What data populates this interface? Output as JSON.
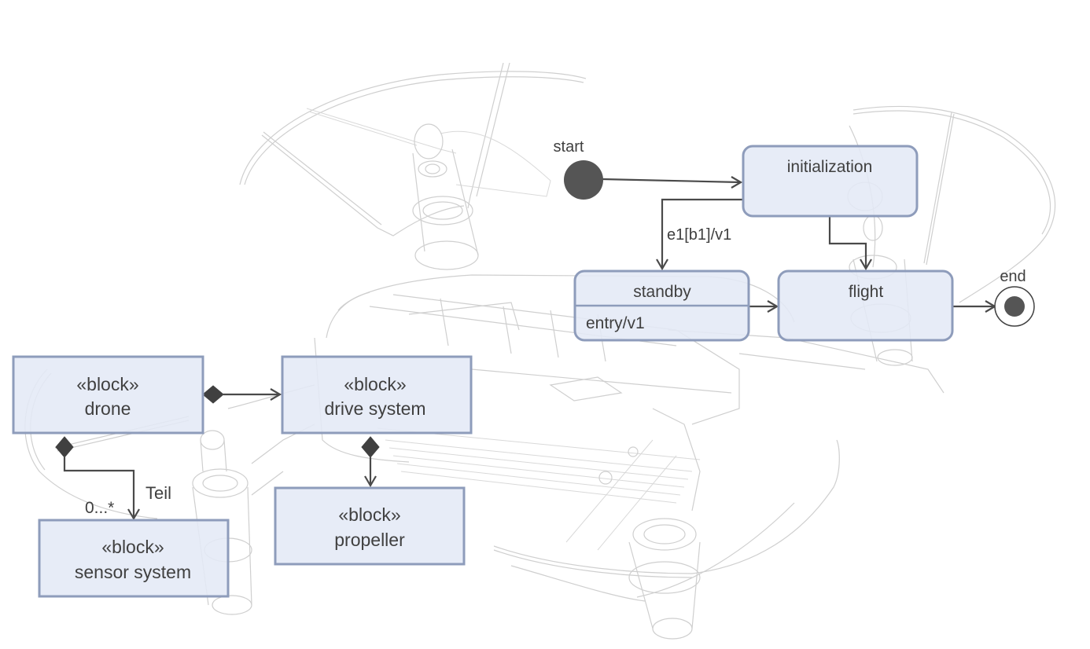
{
  "diagram": {
    "state_machine": {
      "initial": {
        "label": "start"
      },
      "final": {
        "label": "end"
      },
      "states": [
        {
          "id": "initialization",
          "name": "initialization"
        },
        {
          "id": "standby",
          "name": "standby",
          "internal": "entry/v1"
        },
        {
          "id": "flight",
          "name": "flight"
        }
      ],
      "transitions": [
        {
          "from": "start",
          "to": "initialization",
          "label": ""
        },
        {
          "from": "initialization",
          "to": "standby",
          "label": "e1[b1]/v1"
        },
        {
          "from": "initialization",
          "to": "flight",
          "label": ""
        },
        {
          "from": "standby",
          "to": "flight",
          "label": ""
        },
        {
          "from": "flight",
          "to": "end",
          "label": ""
        }
      ]
    },
    "blocks": [
      {
        "id": "drone",
        "stereotype": "«block»",
        "name": "drone"
      },
      {
        "id": "drive_system",
        "stereotype": "«block»",
        "name": "drive system"
      },
      {
        "id": "propeller",
        "stereotype": "«block»",
        "name": "propeller"
      },
      {
        "id": "sensor_system",
        "stereotype": "«block»",
        "name": "sensor system"
      }
    ],
    "compositions": [
      {
        "whole": "drone",
        "part": "drive_system",
        "role": "",
        "multiplicity": ""
      },
      {
        "whole": "drive_system",
        "part": "propeller",
        "role": "",
        "multiplicity": ""
      },
      {
        "whole": "drone",
        "part": "sensor_system",
        "role": "Teil",
        "multiplicity": "0...*"
      }
    ],
    "background": {
      "description": "wireframe drawing of a quadcopter drone"
    }
  }
}
